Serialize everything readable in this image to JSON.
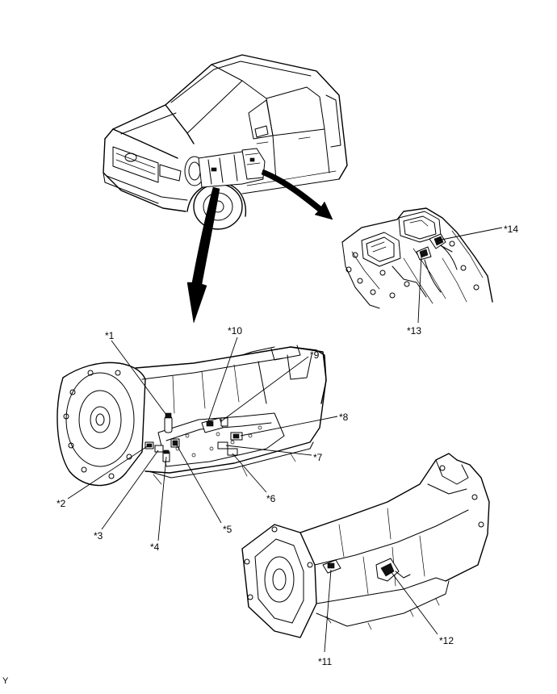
{
  "callouts": {
    "c1": "*1",
    "c2": "*2",
    "c3": "*3",
    "c4": "*4",
    "c5": "*5",
    "c6": "*6",
    "c7": "*7",
    "c8": "*8",
    "c9": "*9",
    "c10": "*10",
    "c11": "*11",
    "c12": "*12",
    "c13": "*13",
    "c14": "*14"
  },
  "corner_mark": "Y"
}
